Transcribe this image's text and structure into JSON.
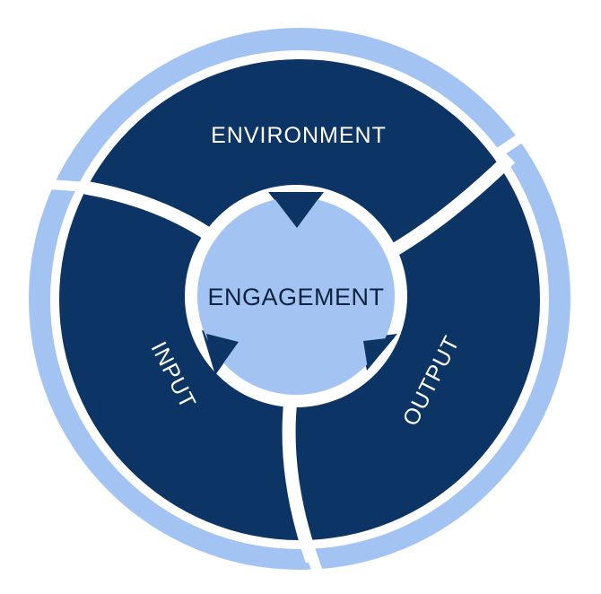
{
  "diagram": {
    "center": {
      "label": "ENGAGEMENT"
    },
    "segments": [
      {
        "id": "environment",
        "label": "ENVIRONMENT"
      },
      {
        "id": "input",
        "label": "INPUT"
      },
      {
        "id": "output",
        "label": "OUTPUT"
      }
    ],
    "colors": {
      "outer_ring": "#a3c4f3",
      "segment_fill": "#0c3566",
      "center_fill": "#a3c4f3",
      "separator": "#ffffff",
      "segment_text": "#ffffff",
      "center_text": "#0c2340"
    }
  }
}
